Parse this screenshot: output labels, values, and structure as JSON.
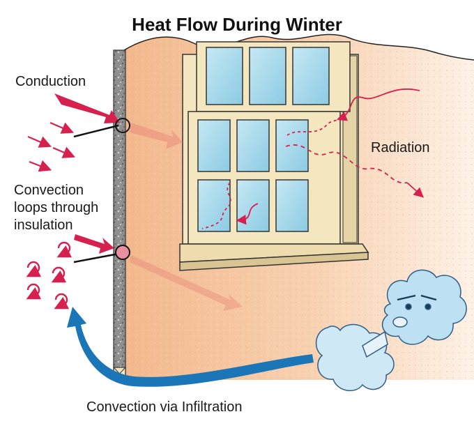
{
  "title": "Heat Flow During Winter",
  "labels": {
    "conduction": "Conduction",
    "radiation": "Radiation",
    "convection_loops": "Convection\nloops through\ninsulation",
    "infiltration": "Convection via Infiltration"
  },
  "colors": {
    "wall": "#f6c29a",
    "insulation": "#8d8d8d",
    "window_frame": "#f4e7c0",
    "glass": "#a8d8ea",
    "heat_arrow": "#d6204e",
    "infiltration_arrow": "#1b76b8",
    "wind": "#bde0f2"
  },
  "icons": [
    "wind-cloud-face-icon",
    "convection-loop-icon",
    "conduction-arrow-icon",
    "radiation-wavy-arrow-icon",
    "infiltration-arrow-icon"
  ]
}
